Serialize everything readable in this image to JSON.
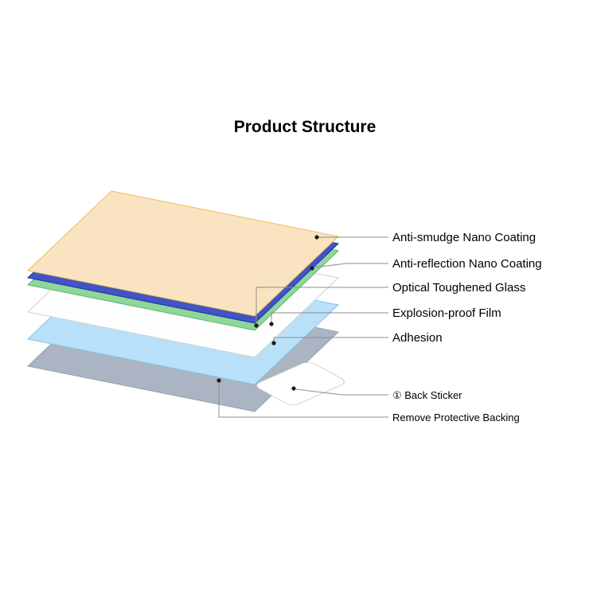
{
  "title": "Product Structure",
  "diagram": {
    "layers": [
      {
        "label": "Anti-smudge Nano Coating",
        "fill": "#fae3c1"
      },
      {
        "label": "Anti-reflection Nano Coating",
        "fill": "#4254c5"
      },
      {
        "label": "Optical Toughened Glass",
        "fill": "#8fd69b"
      },
      {
        "label": "Explosion-proof Film",
        "fill": "#fefefe"
      },
      {
        "label": "Adhesion",
        "fill": "#b9e0f9"
      },
      {
        "label": "① Back Sticker",
        "fill": "#ffffff"
      },
      {
        "label": "Remove Protective Backing",
        "fill": "#aab4c2"
      }
    ]
  }
}
